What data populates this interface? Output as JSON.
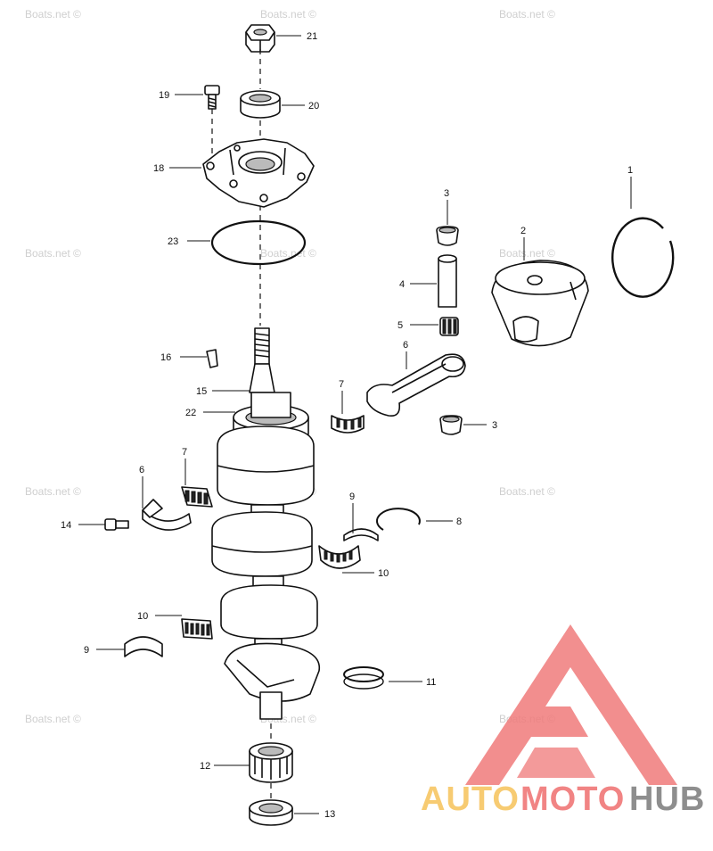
{
  "diagram": {
    "labels": [
      "1",
      "2",
      "3",
      "3",
      "4",
      "5",
      "6",
      "6",
      "7",
      "7",
      "8",
      "9",
      "9",
      "10",
      "10",
      "11",
      "12",
      "13",
      "14",
      "15",
      "16",
      "18",
      "19",
      "20",
      "21",
      "22",
      "23"
    ]
  },
  "watermark": {
    "text": "Boats.net ©"
  },
  "logo": {
    "word_a": "AUTO",
    "word_b": "MOTO",
    "word_c": "HUB",
    "colors": {
      "auto": "#f6c35a",
      "moto": "#ef6f6f",
      "hub": "#7b7b7b",
      "mark": "#f07b7b"
    }
  }
}
